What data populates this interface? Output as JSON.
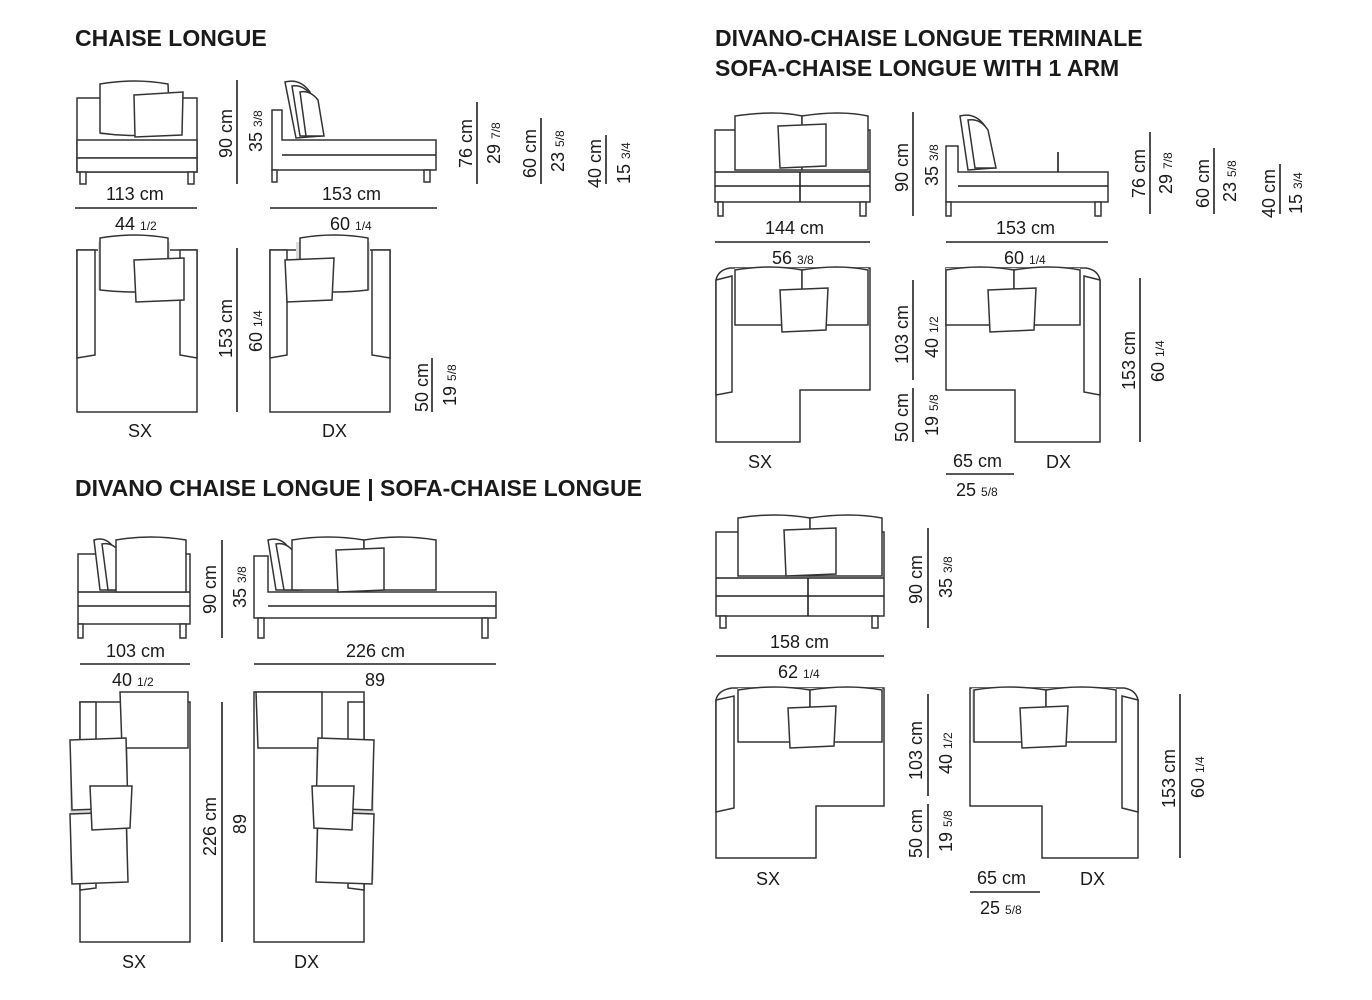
{
  "titles": {
    "chaise_longue": "CHAISE LONGUE",
    "divano_chaise_terminale_it": "DIVANO-CHAISE LONGUE TERMINALE",
    "divano_chaise_terminale_en": "SOFA-CHAISE LONGUE WITH 1 ARM",
    "divano_chaise_longue": "DIVANO CHAISE LONGUE  |  SOFA-CHAISE LONGUE"
  },
  "chaise_longue": {
    "width_front_cm": "113 cm",
    "height_cm": "90 cm",
    "height_in": "35",
    "height_in_frac": "3/8",
    "length_side_cm": "153 cm",
    "back_h_cm": "76 cm",
    "back_h_in": "29",
    "back_h_in_frac": "7/8",
    "arm_h_cm": "60 cm",
    "arm_h_in": "23",
    "arm_h_in_frac": "5/8",
    "seat_h_cm": "40 cm",
    "seat_h_in": "15",
    "seat_h_in_frac": "3/4",
    "width_in": "44",
    "width_in_frac": "1/2",
    "length_in": "60",
    "length_in_frac": "1/4",
    "plan_len_cm": "153 cm",
    "plan_len_in": "60",
    "plan_len_in_frac": "1/4",
    "seat_d_cm": "50 cm",
    "seat_d_in": "19",
    "seat_d_in_frac": "5/8",
    "label_sx": "SX",
    "label_dx": "DX"
  },
  "terminale": {
    "width_a_cm": "144 cm",
    "width_a_in": "56",
    "width_a_in_frac": "3/8",
    "height_cm": "90 cm",
    "height_in": "35",
    "height_in_frac": "3/8",
    "length_cm": "153 cm",
    "length_in": "60",
    "length_in_frac": "1/4",
    "back_h_cm": "76 cm",
    "back_h_in": "29",
    "back_h_in_frac": "7/8",
    "arm_h_cm": "60 cm",
    "arm_h_in": "23",
    "arm_h_in_frac": "5/8",
    "seat_h_cm": "40 cm",
    "seat_h_in": "15",
    "seat_h_in_frac": "3/4",
    "depth_cm": "103 cm",
    "depth_in": "40",
    "depth_in_frac": "1/2",
    "step_cm": "50 cm",
    "step_in": "19",
    "step_in_frac": "5/8",
    "plan_len_cm": "153 cm",
    "plan_len_in": "60",
    "plan_len_in_frac": "1/4",
    "chaise_w_cm": "65 cm",
    "chaise_w_in": "25",
    "chaise_w_in_frac": "5/8",
    "width_b_cm": "158 cm",
    "width_b_in": "62",
    "width_b_in_frac": "1/4",
    "height_b_cm": "90 cm",
    "height_b_in": "35",
    "height_b_in_frac": "3/8",
    "depth_b_cm": "103 cm",
    "depth_b_in": "40",
    "depth_b_in_frac": "1/2",
    "step_b_cm": "50 cm",
    "step_b_in": "19",
    "step_b_in_frac": "5/8",
    "plan_len_b_cm": "153 cm",
    "plan_len_b_in": "60",
    "plan_len_b_in_frac": "1/4",
    "chaise_w_b_cm": "65 cm",
    "chaise_w_b_in": "25",
    "chaise_w_b_in_frac": "5/8",
    "label_sx": "SX",
    "label_dx": "DX"
  },
  "divano": {
    "width_a_cm": "103 cm",
    "width_a_in": "40",
    "width_a_in_frac": "1/2",
    "height_cm": "90 cm",
    "height_in": "35",
    "height_in_frac": "3/8",
    "length_cm": "226 cm",
    "length_in": "89",
    "plan_len_cm": "226 cm",
    "plan_len_in": "89",
    "label_sx": "SX",
    "label_dx": "DX"
  }
}
